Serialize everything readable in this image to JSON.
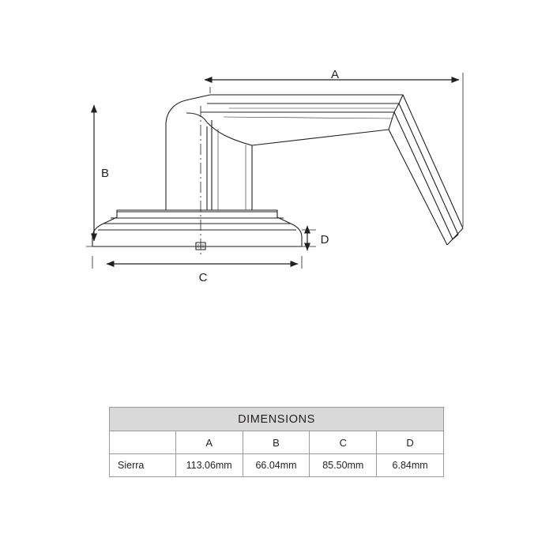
{
  "diagram": {
    "labels": {
      "a": "A",
      "b": "B",
      "c": "C",
      "d": "D"
    },
    "product": "door-lever-handle-technical-drawing"
  },
  "table": {
    "title": "DIMENSIONS",
    "columns": [
      "",
      "A",
      "B",
      "C",
      "D"
    ],
    "rows": [
      {
        "name": "Sierra",
        "a": "113.06mm",
        "b": "66.04mm",
        "c": "85.50mm",
        "d": "6.84mm"
      }
    ]
  }
}
